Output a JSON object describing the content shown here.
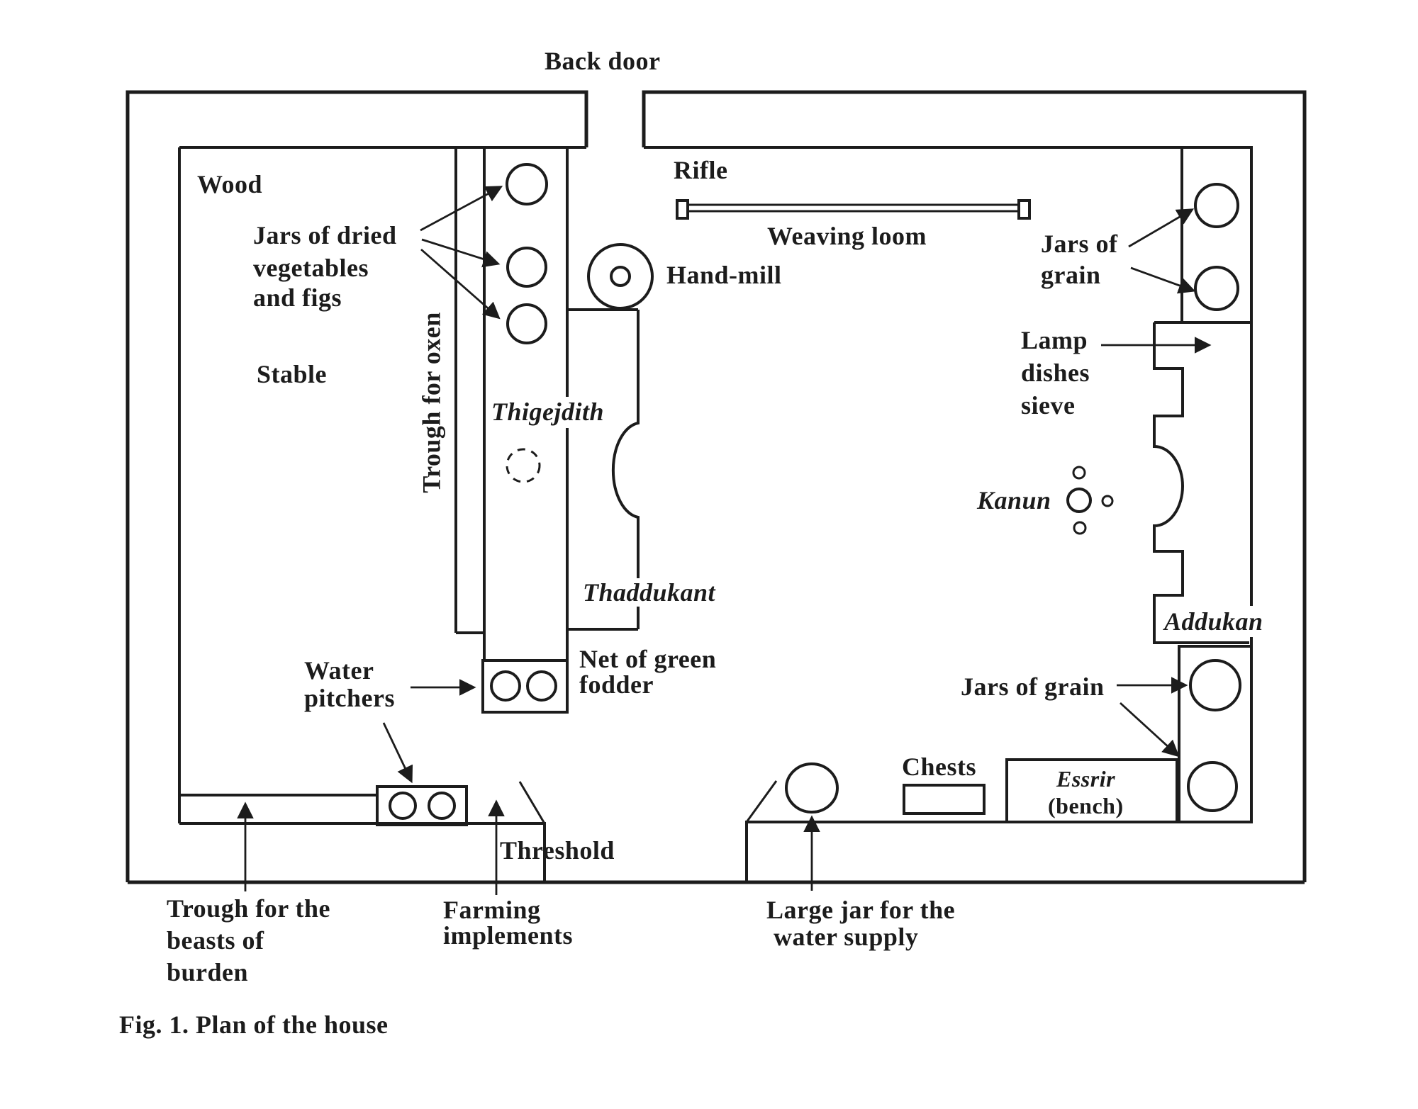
{
  "figure": {
    "caption": "Fig. 1. Plan of the house",
    "type": "floor-plan",
    "ink_color": "#1c1c1c",
    "paper_color": "#ffffff"
  },
  "labels": {
    "back_door": "Back door",
    "wood": "Wood",
    "jars_dried_l1": "Jars of dried",
    "jars_dried_l2": "vegetables",
    "jars_dried_l3": "and figs",
    "stable": "Stable",
    "trough_oxen": "Trough for oxen",
    "thigejdith": "Thigejdith",
    "rifle": "Rifle",
    "weaving_loom": "Weaving loom",
    "hand_mill": "Hand-mill",
    "jars_grain_top_l1": "Jars of",
    "jars_grain_top_l2": "grain",
    "lamp_l1": "Lamp",
    "lamp_l2": "dishes",
    "lamp_l3": "sieve",
    "kanun": "Kanun",
    "addukan": "Addukan",
    "thaddukant": "Thaddukant",
    "net_fodder_l1": "Net of green",
    "net_fodder_l2": "fodder",
    "water_pitchers_l1": "Water",
    "water_pitchers_l2": "pitchers",
    "jars_grain_bottom": "Jars of grain",
    "chests": "Chests",
    "essrir": "Essrir",
    "essrir_sub": "(bench)",
    "threshold": "Threshold",
    "trough_beasts_l1": "Trough for the",
    "trough_beasts_l2": "beasts of",
    "trough_beasts_l3": "burden",
    "farming_l1": "Farming",
    "farming_l2": "implements",
    "large_jar_l1": "Large jar for the",
    "large_jar_l2": "water supply"
  }
}
